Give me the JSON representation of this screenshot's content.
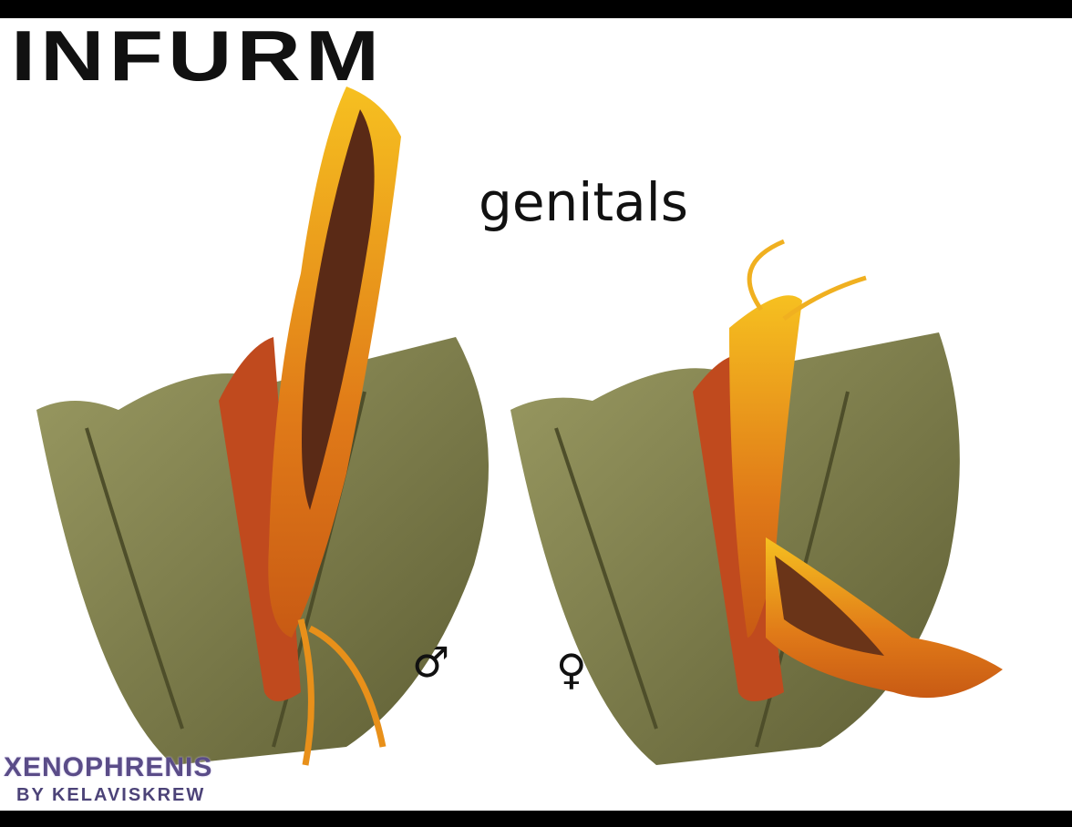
{
  "title": "INFURM",
  "subtitle": "genitals",
  "symbols": {
    "male": "♂",
    "female": "♀"
  },
  "watermark": {
    "line1": "XENOPHRENIS",
    "line2": "BY KELAVISKREW"
  },
  "colors": {
    "green": "#7d7d48",
    "green_dark": "#55552f",
    "orange": "#d96a1c",
    "yellow": "#f3b118",
    "red": "#b8461e",
    "brown": "#5a2a16"
  }
}
